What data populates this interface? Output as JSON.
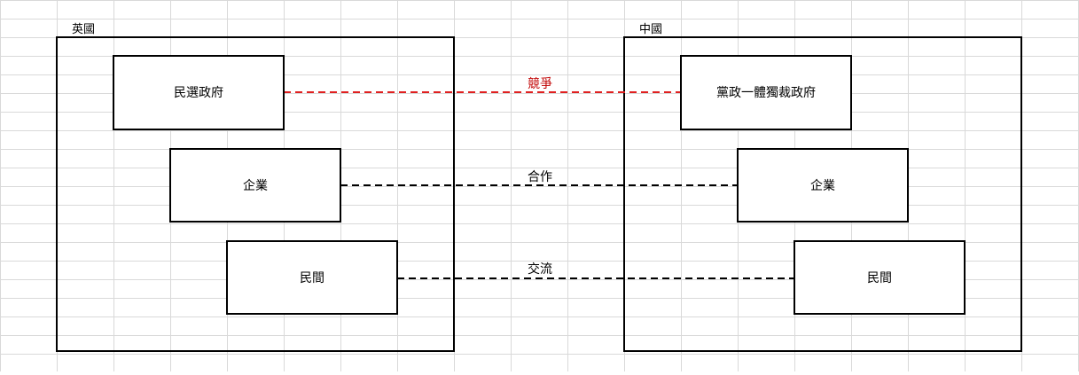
{
  "colors": {
    "grid": "#d9d9d9",
    "line": "#000000",
    "box_fill": "#ffffff",
    "connector": "#000000",
    "competition_connector": "#e02020",
    "competition_text": "#c00000",
    "text": "#000000"
  },
  "countries": {
    "uk": {
      "title": "英國",
      "government": "民選政府",
      "business": "企業",
      "civil": "民間"
    },
    "china": {
      "title": "中國",
      "government": "黨政一體獨裁政府",
      "business": "企業",
      "civil": "民間"
    }
  },
  "relations": {
    "government": "競爭",
    "business": "合作",
    "civil": "交流"
  }
}
